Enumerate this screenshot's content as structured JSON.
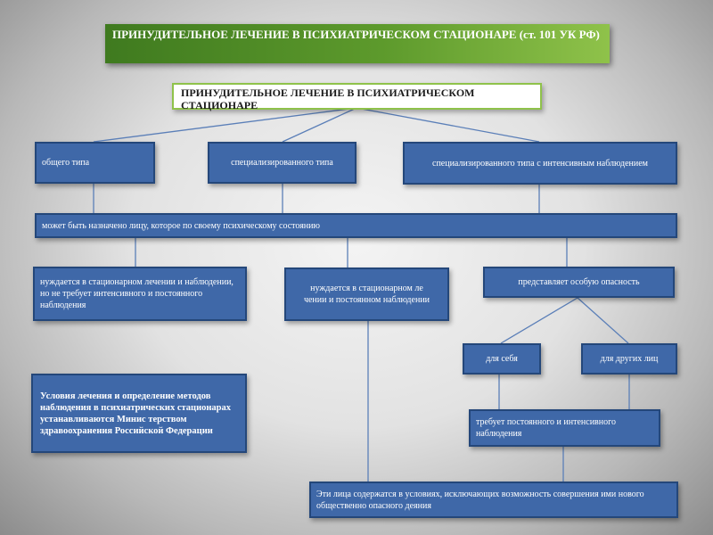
{
  "title": "ПРИНУДИТЕЛЬНОЕ ЛЕЧЕНИЕ В ПСИХИАТРИЧЕСКОМ СТАЦИОНАРЕ (ст. 101 УК РФ)",
  "subtitle": "ПРИНУДИТЕЛЬНОЕ ЛЕЧЕНИЕ В ПСИХИАТРИЧЕСКОМ СТАЦИОНАРЕ",
  "types": {
    "general": "общего типа",
    "specialized": "специализированного типа",
    "intensive": "специализированного типа с интенсивным наблюдением"
  },
  "assigned_to": "может быть назначено лицу, которое по своему психическому состоянию",
  "needs": {
    "general": "нуждается в стационарном лечении и наблюдении, но не требует интенсивного и постоянного наблюдения",
    "specialized": "нуждается в стационарном ле чении и постоянном наблюдении",
    "danger": "представляет особую опасность"
  },
  "danger_to": {
    "self": "для себя",
    "others": "для других лиц"
  },
  "requires_constant": "требует постоянного и интенсивного наблюдения",
  "conditions_note": "Условия лечения и определение методов наблюдения в психиатрических стационарах устанавливаются Минис терством здравоохранения Российской Федерации",
  "persons_held": "Эти лица содержатся в условиях, исключающих возможность совершения ими нового общественно опасного деяния",
  "colors": {
    "box_fill": "#3f68a8",
    "box_border": "#24477a",
    "title_green": "#5d9a2c",
    "connector": "#5b7fb8"
  }
}
